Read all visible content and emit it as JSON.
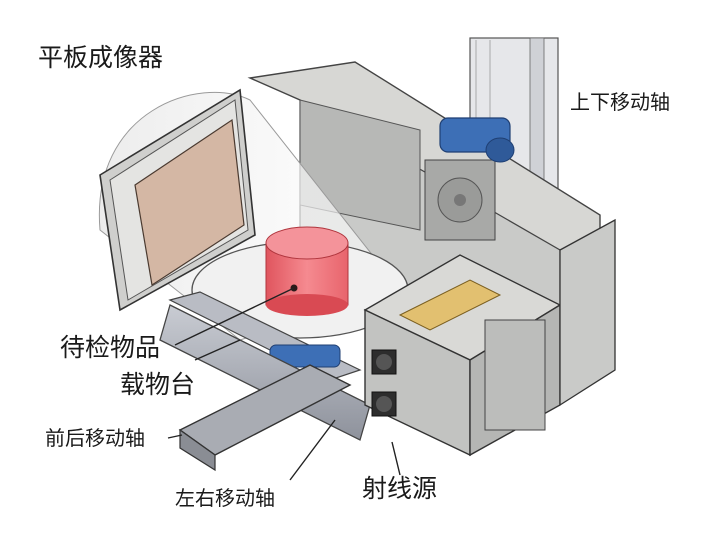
{
  "labels": {
    "flat_panel_imager": "平板成像器",
    "vertical_axis": "上下移动轴",
    "object_under_test": "待检物品",
    "stage": "载物台",
    "front_back_axis": "前后移动轴",
    "left_right_axis": "左右移动轴",
    "ray_source": "射线源"
  }
}
